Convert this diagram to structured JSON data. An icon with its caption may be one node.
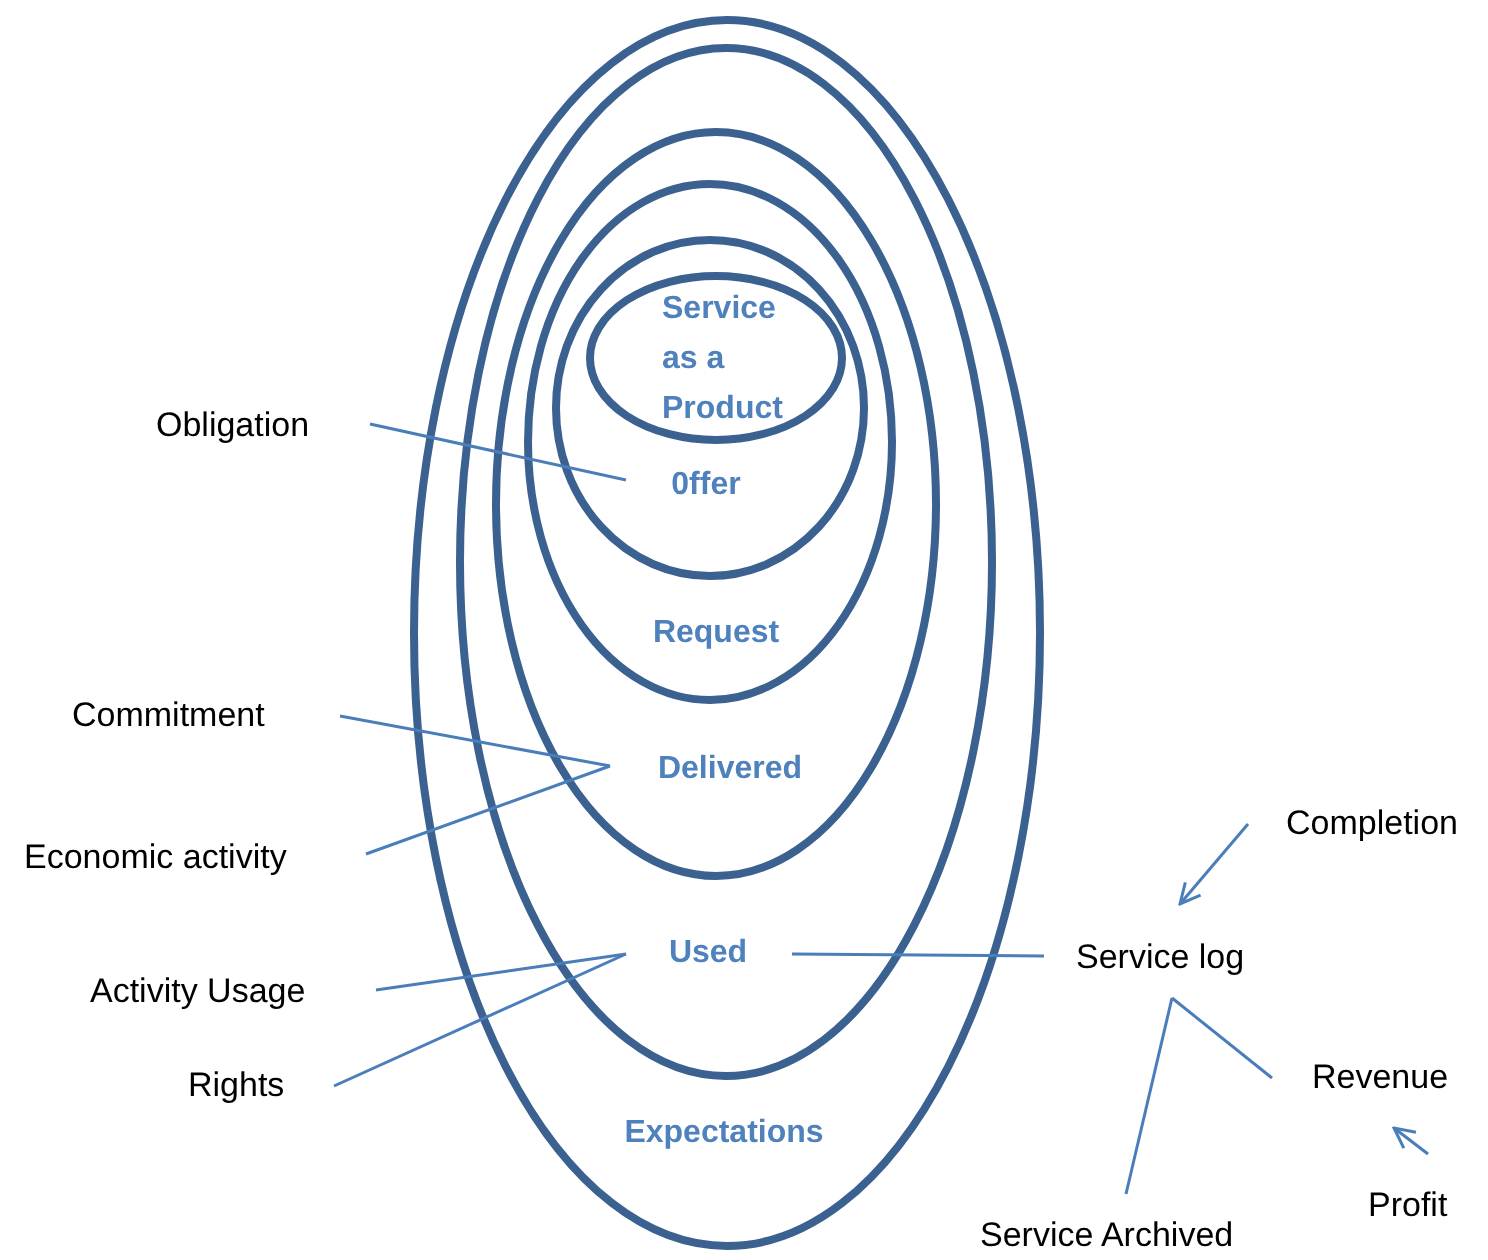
{
  "diagram": {
    "nodes": [
      {
        "text": [
          "Expectations"
        ]
      },
      {
        "text": [
          "Used"
        ],
        "in": 0
      },
      {
        "text": [
          "Delivered"
        ],
        "in": 1
      },
      {
        "text": [
          "Request"
        ],
        "in": 2
      },
      {
        "text": [
          "0ffer"
        ],
        "in": 3
      },
      {
        "text": [
          "Service as a Product"
        ],
        "in": 4
      },
      {
        "text": [
          "Obligation"
        ]
      },
      {
        "text": [
          "Commitment"
        ]
      },
      {
        "text": [
          "Economic activity"
        ]
      },
      {
        "text": [
          "Activity Usage"
        ]
      },
      {
        "text": [
          "Rights"
        ]
      },
      {
        "text": [
          "Service log"
        ]
      },
      {
        "text": [
          "Completion"
        ]
      },
      {
        "text": [
          "Revenue"
        ]
      },
      {
        "text": [
          "Profit"
        ]
      },
      {
        "text": [
          "Service Archived"
        ]
      }
    ],
    "edges": [
      {
        "from": 6,
        "to": 4,
        "arrow": "none"
      },
      {
        "from": 7,
        "to": 2,
        "arrow": "none"
      },
      {
        "from": 8,
        "to": 2,
        "arrow": "none"
      },
      {
        "from": 9,
        "to": 1,
        "arrow": "none"
      },
      {
        "from": 10,
        "to": 1,
        "arrow": "none"
      },
      {
        "from": 1,
        "to": 11,
        "arrow": "none"
      },
      {
        "from": 12,
        "to": 11,
        "arrow": "to"
      },
      {
        "from": 11,
        "to": 15,
        "arrow": "none"
      },
      {
        "from": 11,
        "to": 13,
        "arrow": "none"
      },
      {
        "from": 14,
        "to": 13,
        "arrow": "to"
      }
    ]
  }
}
